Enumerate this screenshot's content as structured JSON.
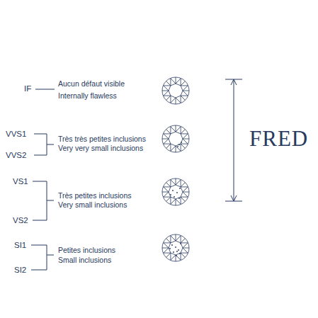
{
  "diagram": {
    "labels": [
      "IF",
      "Aucun défaut visible",
      "Internally flawless",
      "VVS1",
      "Très très petites inclusions",
      "Very very small inclusions",
      "VVS2",
      "VS1",
      "Très petites inclusions",
      "Very small inclusions",
      "VS2",
      "SI1",
      "Petites inclusions",
      "Small inclusions",
      "SI2",
      "FRED"
    ]
  }
}
